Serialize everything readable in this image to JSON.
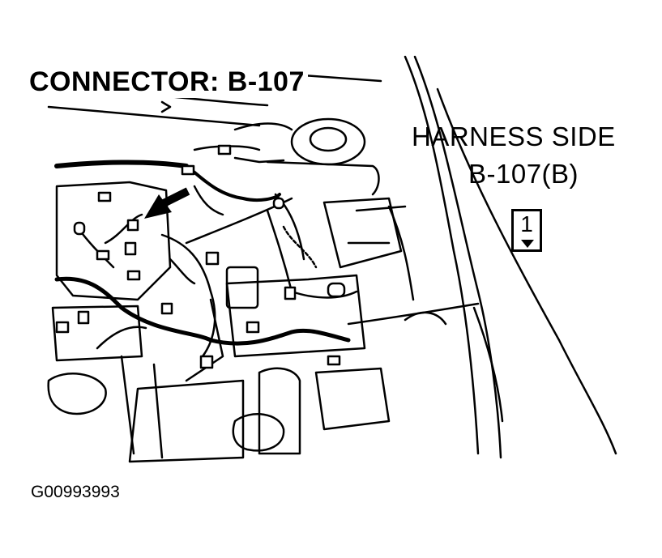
{
  "connector_title": "CONNECTOR: B-107",
  "harness_side_label": "HARNESS SIDE",
  "harness_connector_id": "B-107(B)",
  "pin_number": "1",
  "figure_code": "G00993993"
}
